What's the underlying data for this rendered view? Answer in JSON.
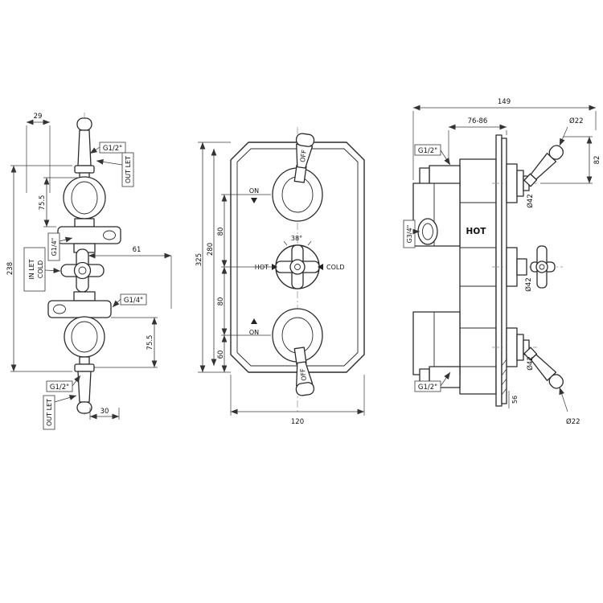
{
  "drawing": {
    "background": "#ffffff",
    "line_color": "#2b2b2b",
    "views": {
      "left": {
        "dim_29": "29",
        "g12_top": "G1/2\"",
        "outlet_top": "OUT LET",
        "dim_75_5_top": "75.5",
        "g14_upper": "G1/4\"",
        "inlet": "IN LET",
        "cold": "COLD",
        "dim_238": "238",
        "dim_61": "61",
        "g14_lower": "G1/4\"",
        "dim_75_5_bottom": "75.5",
        "g12_bottom": "G1/2\"",
        "outlet_bottom": "OUT LET",
        "dim_30": "30"
      },
      "front": {
        "off_top": "OFF",
        "on_top": "ON",
        "dim_38deg": "38°",
        "hot": "HOT",
        "cold": "COLD",
        "on_bottom": "ON",
        "off_bottom": "OFF",
        "dim_325": "325",
        "dim_280": "280",
        "dim_80_upper": "80",
        "dim_80_lower": "80",
        "dim_60": "60",
        "dim_120": "120"
      },
      "right": {
        "dim_149": "149",
        "dim_76_86": "76-86",
        "dia_22_top": "Ø22",
        "dim_82": "82",
        "dia_42_top": "Ø42",
        "dia_42_mid": "Ø42",
        "dia_42_bottom": "Ø42",
        "g12_top": "G1/2\"",
        "g34": "G3/4\"",
        "hot": "HOT",
        "g12_bottom": "G1/2\"",
        "dim_56": "56",
        "dia_22_bottom": "Ø22"
      }
    }
  }
}
